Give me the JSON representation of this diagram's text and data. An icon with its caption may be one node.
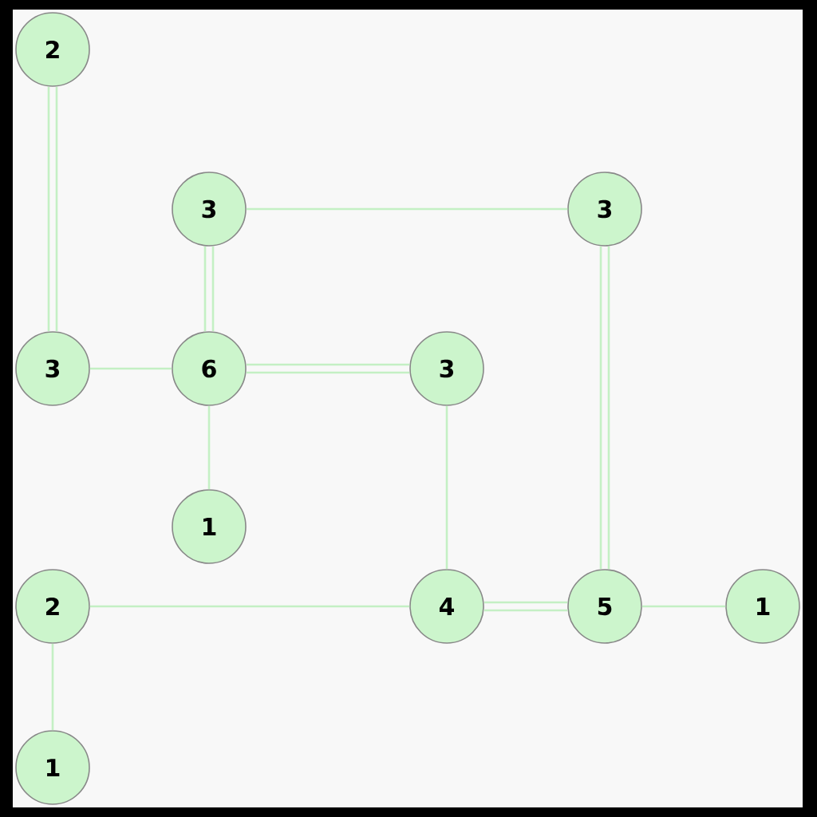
{
  "diagram": {
    "nodes": [
      {
        "text": [
          "2"
        ]
      },
      {
        "text": [
          "3"
        ]
      },
      {
        "text": [
          "3"
        ]
      },
      {
        "text": [
          "3"
        ]
      },
      {
        "text": [
          "6"
        ]
      },
      {
        "text": [
          "3"
        ]
      },
      {
        "text": [
          "1"
        ]
      },
      {
        "text": [
          "2"
        ]
      },
      {
        "text": [
          "4"
        ]
      },
      {
        "text": [
          "5"
        ]
      },
      {
        "text": [
          "1"
        ]
      },
      {
        "text": [
          "1"
        ]
      }
    ],
    "edges": [
      {
        "from": 0,
        "to": 3,
        "arrow": "none"
      },
      {
        "from": 0,
        "to": 3,
        "arrow": "none"
      },
      {
        "from": 1,
        "to": 2,
        "arrow": "none"
      },
      {
        "from": 1,
        "to": 4,
        "arrow": "none"
      },
      {
        "from": 1,
        "to": 4,
        "arrow": "none"
      },
      {
        "from": 2,
        "to": 9,
        "arrow": "none"
      },
      {
        "from": 2,
        "to": 9,
        "arrow": "none"
      },
      {
        "from": 3,
        "to": 4,
        "arrow": "none"
      },
      {
        "from": 4,
        "to": 5,
        "arrow": "none"
      },
      {
        "from": 4,
        "to": 5,
        "arrow": "none"
      },
      {
        "from": 4,
        "to": 6,
        "arrow": "none"
      },
      {
        "from": 5,
        "to": 8,
        "arrow": "none"
      },
      {
        "from": 7,
        "to": 8,
        "arrow": "none"
      },
      {
        "from": 7,
        "to": 11,
        "arrow": "none"
      },
      {
        "from": 8,
        "to": 9,
        "arrow": "none"
      },
      {
        "from": 8,
        "to": 9,
        "arrow": "none"
      },
      {
        "from": 9,
        "to": 10,
        "arrow": "none"
      }
    ]
  }
}
